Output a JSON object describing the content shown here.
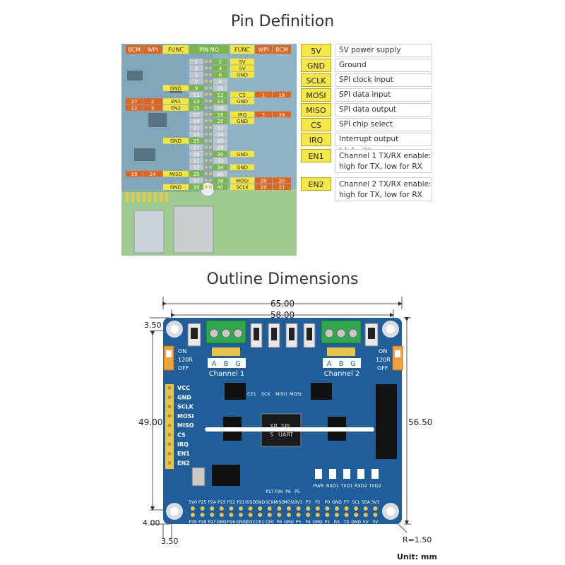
{
  "pin_section": {
    "title": "Pin Definition",
    "header": {
      "left_bcm": "BCM",
      "left_wpi": "WPI",
      "left_func": "FUNC",
      "pin_no": "PIN NO",
      "right_func": "FUNC",
      "right_wpi": "WPI",
      "right_bcm": "BCM"
    },
    "header_colors": {
      "bcm": "#e0651e",
      "func": "#f5e63c",
      "pin": "#7ab648"
    },
    "rows": [
      {
        "l_bcm": "",
        "l_wpi": "",
        "l_func": "",
        "odd": "1",
        "even": "2",
        "r_func": "5V",
        "r_wpi": "",
        "r_bcm": ""
      },
      {
        "l_bcm": "",
        "l_wpi": "",
        "l_func": "",
        "odd": "3",
        "even": "4",
        "r_func": "5V",
        "r_wpi": "",
        "r_bcm": ""
      },
      {
        "l_bcm": "",
        "l_wpi": "",
        "l_func": "",
        "odd": "5",
        "even": "6",
        "r_func": "GND",
        "r_wpi": "",
        "r_bcm": ""
      },
      {
        "l_bcm": "",
        "l_wpi": "",
        "l_func": "",
        "odd": "7",
        "even": "8",
        "r_func": "",
        "r_wpi": "",
        "r_bcm": ""
      },
      {
        "l_bcm": "",
        "l_wpi": "",
        "l_func": "GND",
        "odd": "9",
        "even": "10",
        "r_func": "",
        "r_wpi": "",
        "r_bcm": ""
      },
      {
        "l_bcm": "",
        "l_wpi": "",
        "l_func": "",
        "odd": "11",
        "even": "12",
        "r_func": "CS",
        "r_wpi": "1",
        "r_bcm": "18"
      },
      {
        "l_bcm": "27",
        "l_wpi": "2",
        "l_func": "EN1",
        "odd": "13",
        "even": "14",
        "r_func": "GND",
        "r_wpi": "",
        "r_bcm": ""
      },
      {
        "l_bcm": "22",
        "l_wpi": "3",
        "l_func": "EN2",
        "odd": "15",
        "even": "16",
        "r_func": "",
        "r_wpi": "",
        "r_bcm": ""
      },
      {
        "l_bcm": "",
        "l_wpi": "",
        "l_func": "",
        "odd": "17",
        "even": "18",
        "r_func": "IRQ",
        "r_wpi": "5",
        "r_bcm": "24"
      },
      {
        "l_bcm": "",
        "l_wpi": "",
        "l_func": "",
        "odd": "19",
        "even": "20",
        "r_func": "GND",
        "r_wpi": "",
        "r_bcm": ""
      },
      {
        "l_bcm": "",
        "l_wpi": "",
        "l_func": "",
        "odd": "21",
        "even": "22",
        "r_func": "",
        "r_wpi": "",
        "r_bcm": ""
      },
      {
        "l_bcm": "",
        "l_wpi": "",
        "l_func": "",
        "odd": "23",
        "even": "24",
        "r_func": "",
        "r_wpi": "",
        "r_bcm": ""
      },
      {
        "l_bcm": "",
        "l_wpi": "",
        "l_func": "GND",
        "odd": "25",
        "even": "26",
        "r_func": "",
        "r_wpi": "",
        "r_bcm": ""
      },
      {
        "l_bcm": "",
        "l_wpi": "",
        "l_func": "",
        "odd": "27",
        "even": "28",
        "r_func": "",
        "r_wpi": "",
        "r_bcm": ""
      },
      {
        "l_bcm": "",
        "l_wpi": "",
        "l_func": "",
        "odd": "29",
        "even": "30",
        "r_func": "GND",
        "r_wpi": "",
        "r_bcm": ""
      },
      {
        "l_bcm": "",
        "l_wpi": "",
        "l_func": "",
        "odd": "31",
        "even": "32",
        "r_func": "",
        "r_wpi": "",
        "r_bcm": ""
      },
      {
        "l_bcm": "",
        "l_wpi": "",
        "l_func": "",
        "odd": "33",
        "even": "34",
        "r_func": "GND",
        "r_wpi": "",
        "r_bcm": ""
      },
      {
        "l_bcm": "19",
        "l_wpi": "24",
        "l_func": "MISO",
        "odd": "35",
        "even": "36",
        "r_func": "",
        "r_wpi": "",
        "r_bcm": ""
      },
      {
        "l_bcm": "",
        "l_wpi": "",
        "l_func": "",
        "odd": "37",
        "even": "38",
        "r_func": "MOSI",
        "r_wpi": "28",
        "r_bcm": "20"
      },
      {
        "l_bcm": "",
        "l_wpi": "",
        "l_func": "GND",
        "odd": "39",
        "even": "40",
        "r_func": "SCLK",
        "r_wpi": "29",
        "r_bcm": "21"
      }
    ]
  },
  "legend": [
    {
      "key": "5V",
      "desc": "5V power supply"
    },
    {
      "key": "GND",
      "desc": "Ground"
    },
    {
      "key": "SCLK",
      "desc": "SPI clock input"
    },
    {
      "key": "MOSI",
      "desc": "SPI data input"
    },
    {
      "key": "MISO",
      "desc": "SPI data output"
    },
    {
      "key": "CS",
      "desc": "SPI chip select"
    },
    {
      "key": "IRQ",
      "desc": "Interrupt output (default)"
    },
    {
      "key": "EN1",
      "desc": "Channel 1 TX/RX enable:\nhigh for TX, low for RX"
    },
    {
      "key": "EN2",
      "desc": "Channel 2 TX/RX enable:\nhigh for TX, low for RX"
    }
  ],
  "outline": {
    "title": "Outline Dimensions",
    "dim_width_total": "65.00",
    "dim_width_holes": "58.00",
    "dim_height_total": "56.50",
    "dim_height_holes": "49.00",
    "dim_top_offset": "3.50",
    "dim_bottom_offset": "4.00",
    "dim_left_offset": "3.50",
    "dim_radius": "R=1.50",
    "unit": "Unit: mm",
    "board_color": "#1f5e9a",
    "switch_labels": [
      "ON",
      "120R",
      "OFF"
    ],
    "terminal_letters": [
      "A",
      "B",
      "G"
    ],
    "channel1": "Channel 1",
    "channel2": "Channel 2",
    "side_pins": [
      "VCC",
      "GND",
      "SCLK",
      "MOSI",
      "MISO",
      "CS",
      "IRQ",
      "EN1",
      "EN2"
    ],
    "led_labels": [
      "PWR",
      "RXD1",
      "TXD1",
      "RXD2",
      "TXD2"
    ],
    "small_pin_labels": [
      "P27",
      "P26",
      "P6",
      "P5"
    ],
    "top_mid_labels": [
      "CE1",
      "SCK",
      "MISO",
      "MOSI"
    ],
    "chip_text": [
      "XR",
      "SPI",
      "S",
      "UART"
    ],
    "top_header_labels": [
      "5V0",
      "P25",
      "P24",
      "P23",
      "P22",
      "P21",
      "IDSD",
      "GND",
      "SCK",
      "MISO",
      "MOSI",
      "3V3",
      "P3",
      "P2",
      "P0",
      "GND",
      "P7",
      "SCL",
      "SDA",
      "3V3"
    ],
    "bottom_header_labels": [
      "P29",
      "P28",
      "P27",
      "GND",
      "P26",
      "GND",
      "IDSC",
      "CE1",
      "CE0",
      "P6",
      "GND",
      "P5",
      "P4",
      "GND",
      "P1",
      "RX",
      "TX",
      "GND",
      "5V",
      "5V"
    ]
  }
}
